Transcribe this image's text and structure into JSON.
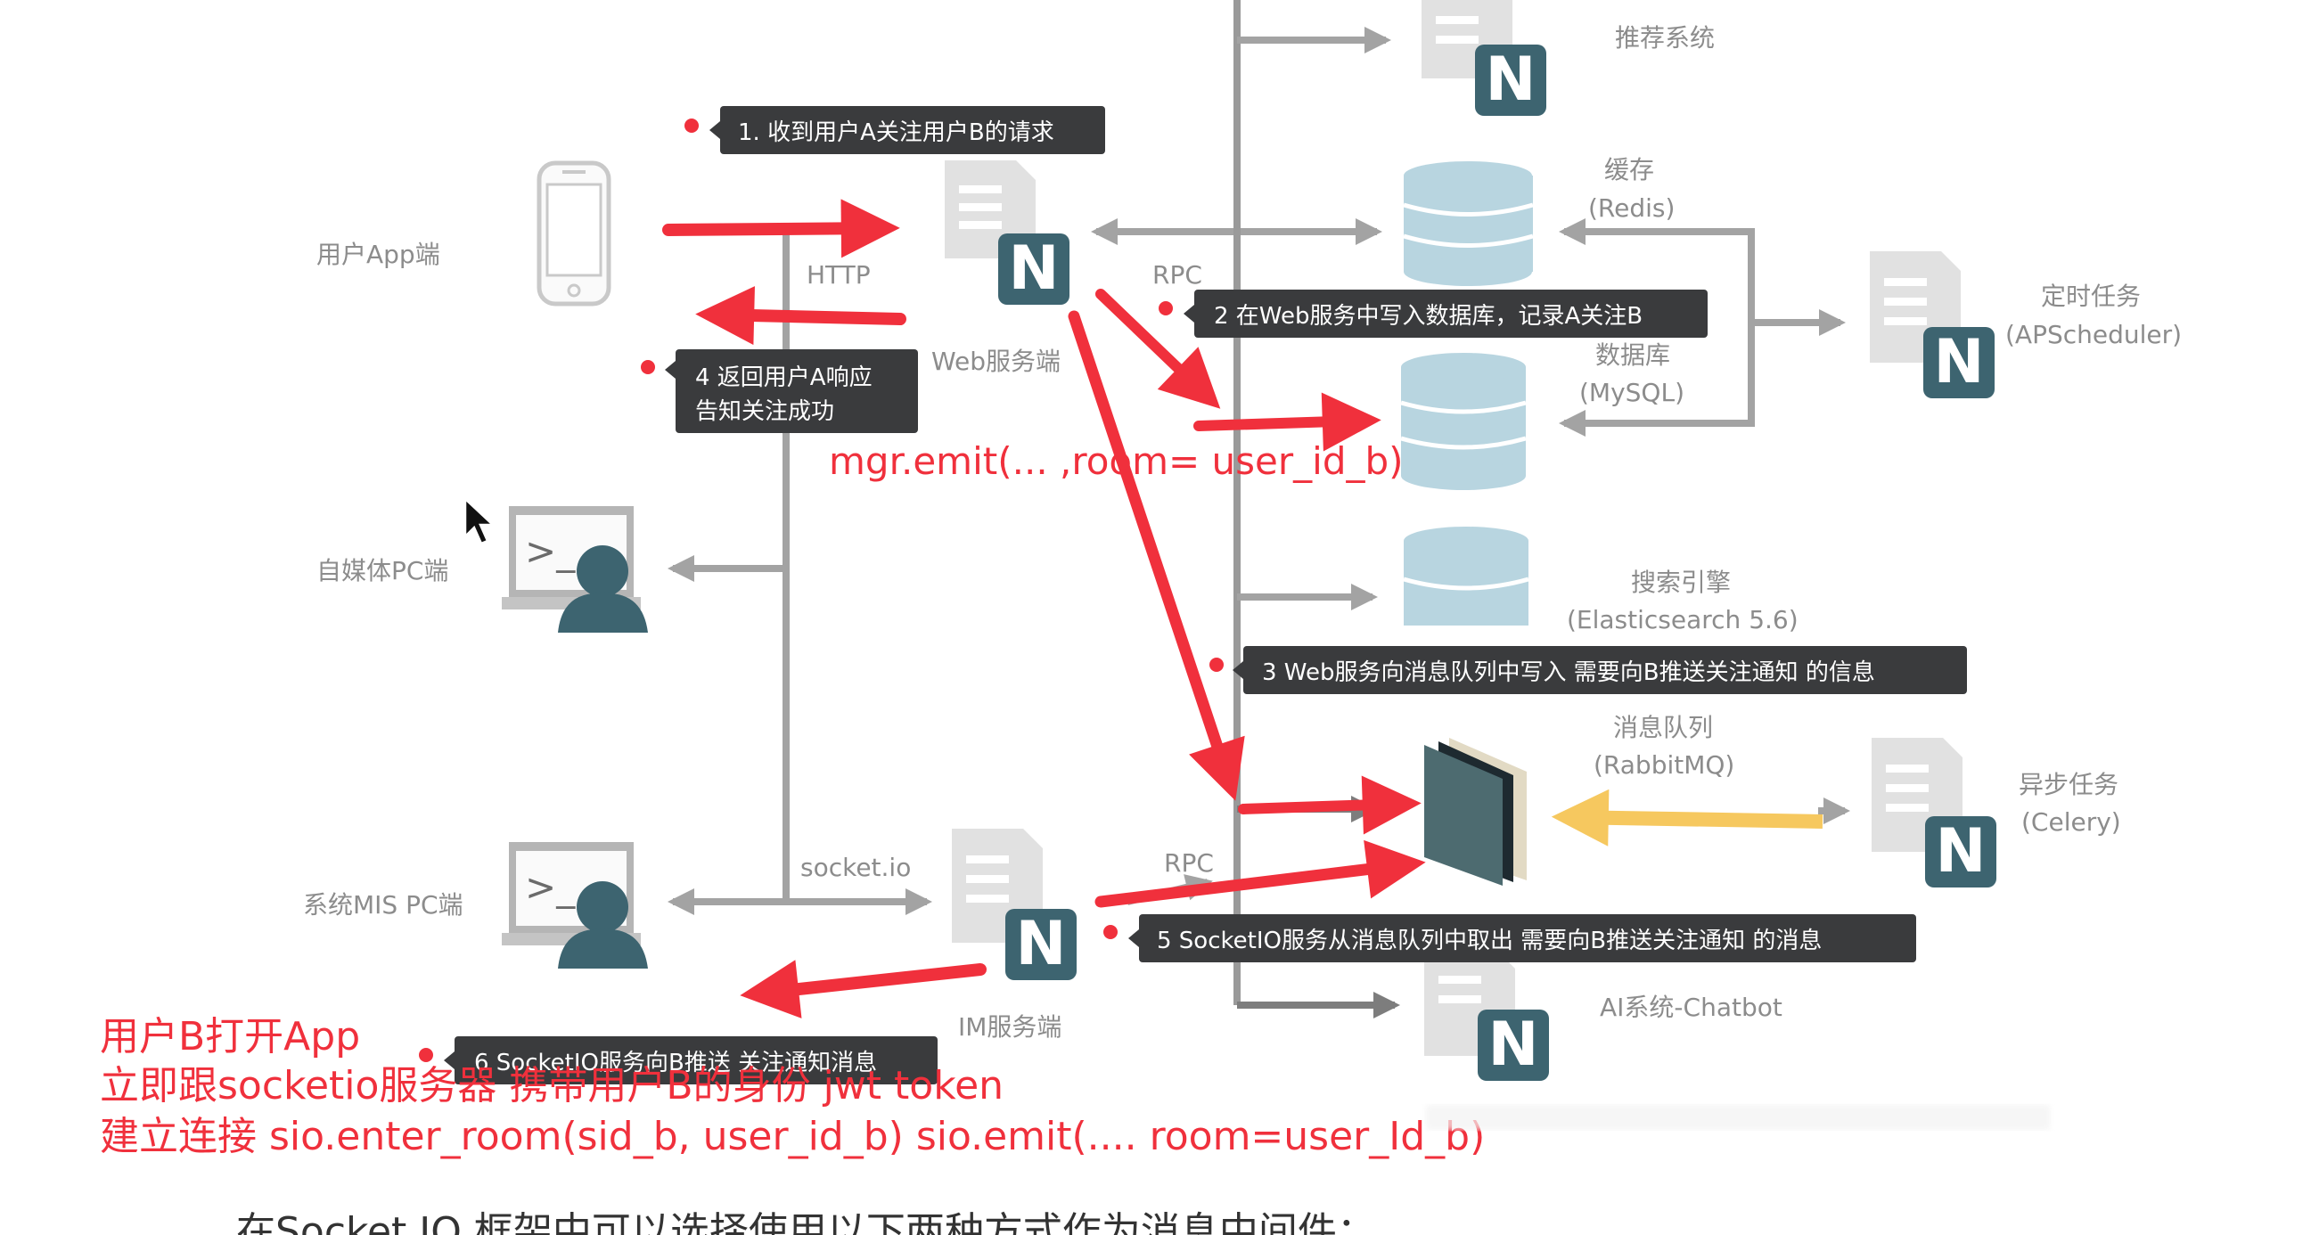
{
  "clients": {
    "user_app": "用户App端",
    "media_pc": "自媒体PC端",
    "mis_pc": "系统MIS PC端"
  },
  "protocols": {
    "http": "HTTP",
    "rpc": "RPC",
    "socketio": "socket.io"
  },
  "servers": {
    "web": "Web服务端",
    "im": "IM服务端"
  },
  "services": {
    "recommend": "推荐系统",
    "cache": "缓存",
    "cache_sub": "(Redis)",
    "database": "数据库",
    "database_sub": "(MySQL)",
    "search": "搜索引擎",
    "search_sub": "(Elasticsearch 5.6)",
    "mq": "消息队列",
    "mq_sub": "(RabbitMQ)",
    "cron": "定时任务",
    "cron_sub": "(APScheduler)",
    "async": "异步任务",
    "async_sub": "(Celery)",
    "ai": "AI系统-Chatbot"
  },
  "steps": {
    "s1": "1. 收到用户A关注用户B的请求",
    "s2": "2 在Web服务中写入数据库，记录A关注B",
    "s3": "3 Web服务向消息队列中写入 需要向B推送关注通知 的信息",
    "s4_line1": "4  返回用户A响应",
    "s4_line2": "告知关注成功",
    "s5": "5 SocketIO服务从消息队列中取出 需要向B推送关注通知 的消息",
    "s6": "6 SocketIO服务向B推送 关注通知消息"
  },
  "annotations": {
    "emit": "mgr.emit(...  ,room= user_id_b)",
    "userb_line1": "用户B打开App",
    "userb_line2": "立即跟socketio服务器  携带用户B的身份  jwt token",
    "userb_line3": "建立连接   sio.enter_room(sid_b, user_id_b)     sio.emit(....  room=user_Id_b)"
  },
  "footer": {
    "text": "在Socket.IO 框架中可以选择使用以下两种方式作为消息中间件："
  },
  "icons": {
    "server_badge": "N",
    "terminal_prompt": ">_"
  },
  "colors": {
    "annotation_red": "#f0303c",
    "tooltip_bg": "#3a3b3d",
    "line_gray": "#a3a3a3",
    "db_blue": "#b8d5e0",
    "badge_teal": "#3d6470",
    "mq_arrow_yellow": "#f6c85f"
  }
}
